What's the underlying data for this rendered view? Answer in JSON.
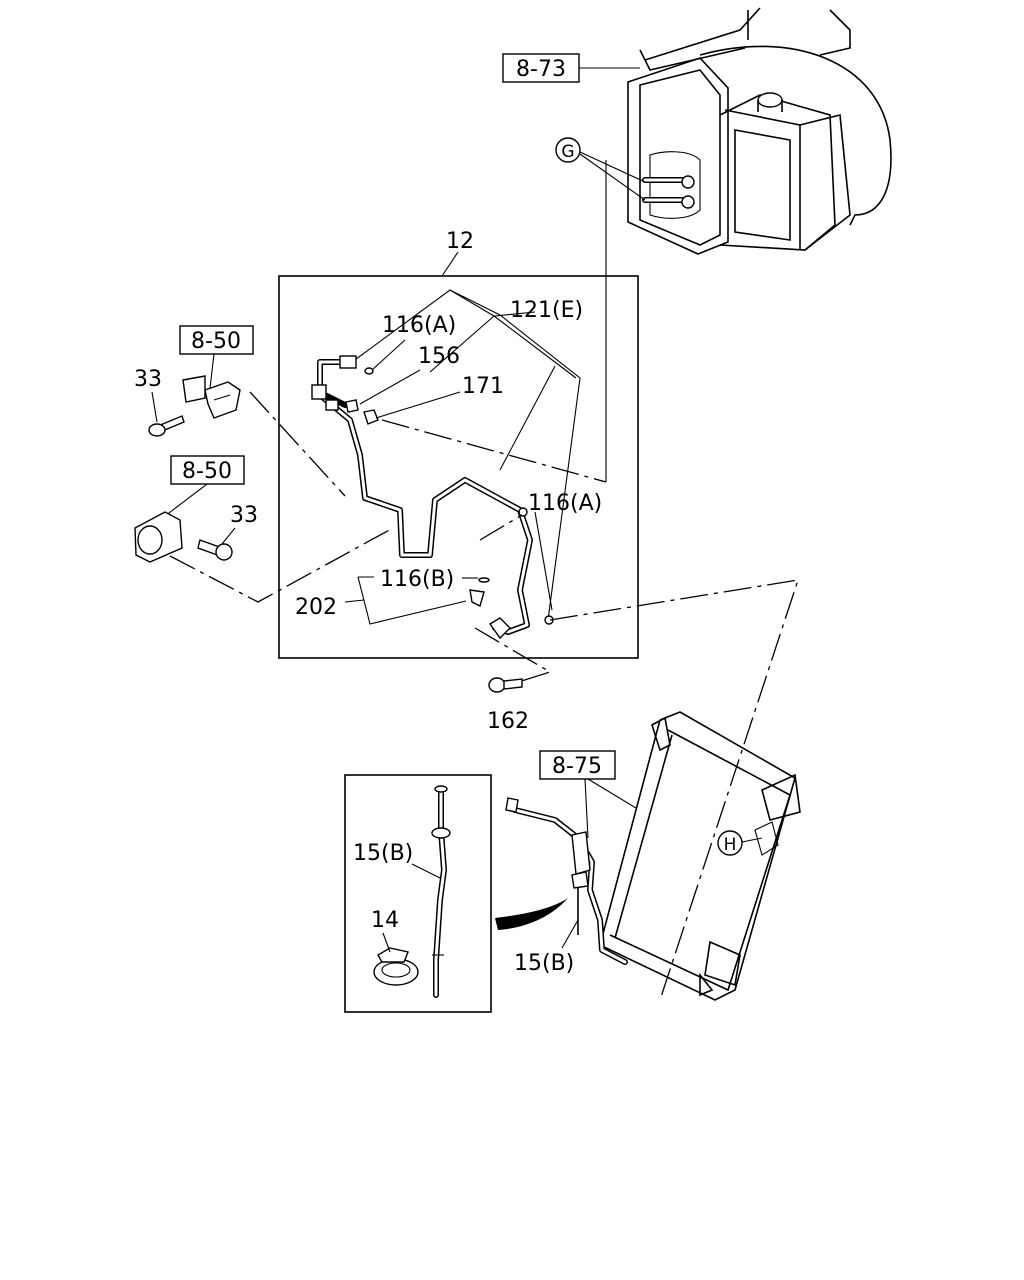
{
  "labels": {
    "ref_8_73": "8-73",
    "ref_8_50_top": "8-50",
    "ref_8_50_mid": "8-50",
    "ref_8_75": "8-75",
    "circle_g": "G",
    "circle_h": "H",
    "p12": "12",
    "p116a_top": "116(A)",
    "p121e": "121(E)",
    "p156": "156",
    "p171": "171",
    "p116a_right": "116(A)",
    "p116b": "116(B)",
    "p202": "202",
    "p162": "162",
    "p33_top": "33",
    "p33_mid": "33",
    "p15b_inset": "15(B)",
    "p14": "14",
    "p15b_right": "15(B)"
  }
}
